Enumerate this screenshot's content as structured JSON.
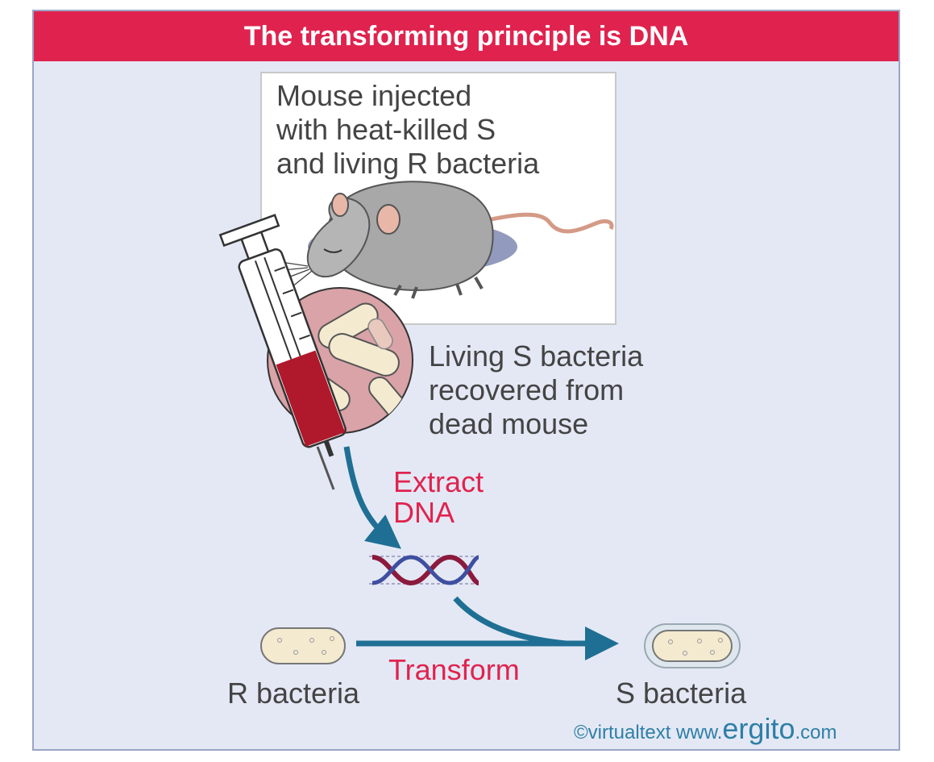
{
  "title": "The transforming principle is DNA",
  "mouse_caption": "Mouse injected\nwith heat-killed S\nand living R bacteria",
  "recovered_caption": "Living S bacteria\nrecovered from\ndead mouse",
  "extract_label": "Extract\nDNA",
  "transform_label": "Transform",
  "r_bacteria_label": "R bacteria",
  "s_bacteria_label": "S bacteria",
  "credit": {
    "prefix": "©virtualtext www.",
    "brand": "ergito",
    "suffix": ".com"
  },
  "colors": {
    "title_bar": "#e0234e",
    "accent_text": "#e0234e",
    "arrow": "#1f6f94",
    "background": "#e4e8f5"
  },
  "icons": [
    "mouse-icon",
    "syringe-icon",
    "magnified-bacteria-icon",
    "dna-helix-icon",
    "r-bacterium-icon",
    "s-bacterium-icon"
  ]
}
